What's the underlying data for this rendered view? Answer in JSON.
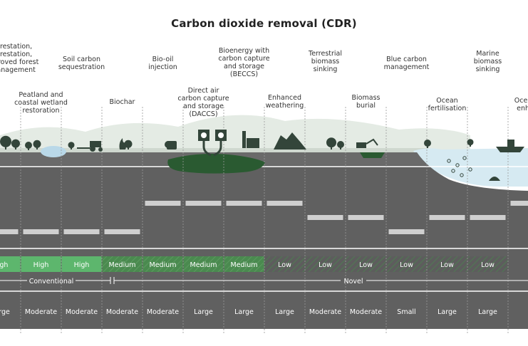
{
  "title": "Carbon dioxide removal (CDR)",
  "methods": [
    {
      "label": "forestation,\nforestation,\nmproved forest\nmanagement",
      "readiness": "High",
      "scale": "Large",
      "bar": 3
    },
    {
      "label": "Peatland and\ncoastal wetland\nrestoration",
      "readiness": "High",
      "scale": "Moderate",
      "bar": 3
    },
    {
      "label": "Soil carbon\nsequestration",
      "readiness": "High",
      "scale": "Moderate",
      "bar": 3
    },
    {
      "label": "Biochar",
      "readiness": "Medium",
      "scale": "Moderate",
      "bar": 3
    },
    {
      "label": "Bio-oil\ninjection",
      "readiness": "Medium",
      "scale": "Moderate",
      "bar": 1
    },
    {
      "label": "Direct air\ncarbon capture\nand storage\n(DACCS)",
      "readiness": "Medium",
      "scale": "Large",
      "bar": 1
    },
    {
      "label": "Bioenergy with\ncarbon capture\nand storage\n(BECCS)",
      "readiness": "Medium",
      "scale": "Large",
      "bar": 1
    },
    {
      "label": "Enhanced\nweathering",
      "readiness": "Low",
      "scale": "Large",
      "bar": 1
    },
    {
      "label": "Terrestrial\nbiomass\nsinking",
      "readiness": "Low",
      "scale": "Moderate",
      "bar": 2
    },
    {
      "label": "Biomass\nburial",
      "readiness": "Low",
      "scale": "Moderate",
      "bar": 2
    },
    {
      "label": "Blue carbon\nmanagement",
      "readiness": "Low",
      "scale": "Small",
      "bar": 3
    },
    {
      "label": "Ocean\nfertilisation",
      "readiness": "Low",
      "scale": "Large",
      "bar": 2
    },
    {
      "label": "Marine\nbiomass\nsinking",
      "readiness": "Low",
      "scale": "Large",
      "bar": 2
    },
    {
      "label": "Ocean\nenha",
      "readiness": "",
      "scale": "",
      "bar": 1
    }
  ],
  "categories": {
    "conventional": "Conventional",
    "novel": "Novel"
  },
  "colors": {
    "background": "#ffffff",
    "earth": "#606060",
    "earth_band": "#6b6b6b",
    "high": "#5db66d",
    "medium": "#4a8a4f",
    "low_stripe": "#4f7a52",
    "bar": "#cfcfcf",
    "water": "#d6eaf2",
    "storage": "#2a5a31",
    "vegetation": "#33453a"
  }
}
